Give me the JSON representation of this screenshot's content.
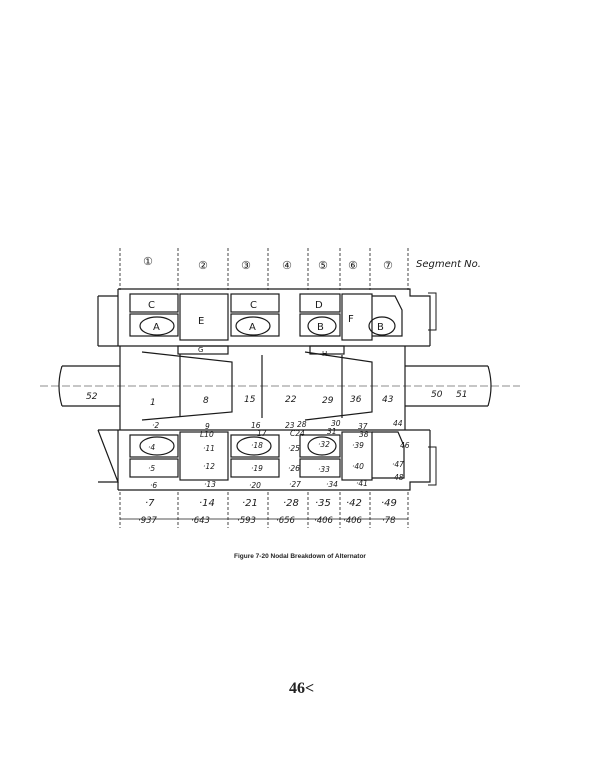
{
  "figure": {
    "caption": "Figure 7-20   Nodal Breakdown of Alternator",
    "page_number": "46<",
    "segment_header": "Segment No.",
    "segments": [
      "①",
      "②",
      "③",
      "④",
      "⑤",
      "⑥",
      "⑦"
    ],
    "regions_top": [
      "C",
      "E",
      "C",
      "D",
      "F",
      "A",
      "A",
      "B",
      "B"
    ],
    "shaft_nodes": [
      "52",
      "1",
      "8",
      "15",
      "22",
      "29",
      "36",
      "43",
      "50",
      "51"
    ],
    "lower_nodes": [
      "·2",
      "·4",
      "·5",
      "·6",
      "9",
      "L10",
      "·11",
      "·12",
      "·13",
      "16",
      "17",
      "·18",
      "·19",
      "·20",
      "23",
      "28",
      "C24",
      "·25",
      "·26",
      "·27",
      "30",
      "31",
      "·32",
      "·33",
      "·34",
      "37",
      "38",
      "·39",
      "·40",
      "·41",
      "44",
      "46",
      "·47",
      "48"
    ],
    "bottom_nodes": [
      "·7",
      "·14",
      "·21",
      "·28",
      "·35",
      "·42",
      "·49"
    ],
    "dimensions": [
      "·937",
      "·643",
      "·593",
      "·656",
      "·406",
      "·406",
      "·78"
    ],
    "marker_upper": [
      "G",
      "H"
    ]
  }
}
